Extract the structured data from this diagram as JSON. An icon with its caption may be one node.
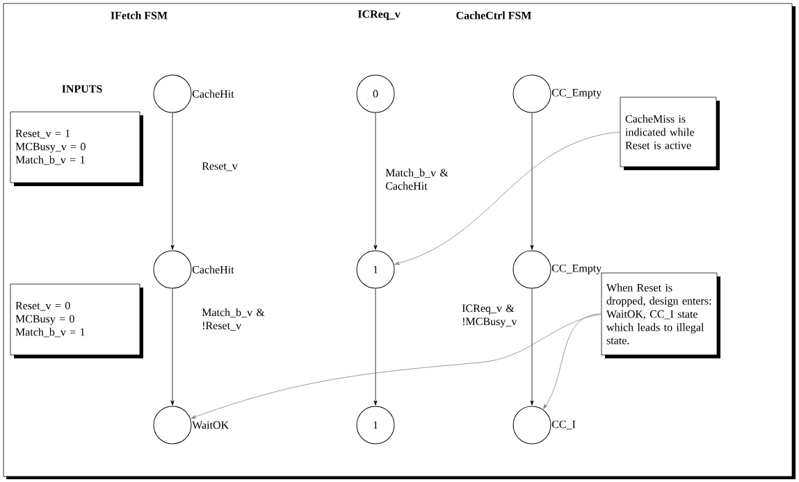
{
  "diagram": {
    "nodes": [
      {
        "text": [],
        "shape": "circle",
        "beside": [
          "CacheHit"
        ]
      },
      {
        "text": [
          "0"
        ]
      },
      {
        "text": [],
        "shape": "circle",
        "beside": [
          "CC_Empty"
        ]
      },
      {
        "text": [
          "CacheMiss is indicated while Reset is active"
        ]
      },
      {
        "text": [
          "Reset_v = 1",
          "MCBusy_v = 0",
          "Match_b_v = 1"
        ]
      },
      {
        "text": [],
        "shape": "circle",
        "beside": [
          "CacheHit"
        ]
      },
      {
        "text": [
          "1"
        ]
      },
      {
        "text": [],
        "shape": "circle",
        "beside": [
          "CC_Empty"
        ]
      },
      {
        "text": [
          "Reset_v = 0",
          "MCBusy = 0",
          "Match_b_v = 1"
        ]
      },
      {
        "text": [
          "When Reset is dropped, design enters: WaitOK, CC_I state which leads to illegal state."
        ]
      },
      {
        "text": [],
        "shape": "circle",
        "beside": [
          "WaitOK"
        ]
      },
      {
        "text": [
          "1"
        ]
      },
      {
        "text": [],
        "shape": "circle",
        "beside": [
          "CC_I"
        ]
      }
    ],
    "edges": [
      {
        "from": 0,
        "to": 5,
        "arrow": "to",
        "label": "Reset_v"
      },
      {
        "from": 1,
        "to": 6,
        "arrow": "to",
        "label": "Match_b_v & CacheHit"
      },
      {
        "from": 2,
        "to": 7,
        "arrow": "to"
      },
      {
        "from": 5,
        "to": 10,
        "arrow": "to",
        "label": "Match_b_v & !Reset_v"
      },
      {
        "from": 6,
        "to": 11,
        "arrow": "to"
      },
      {
        "from": 7,
        "to": 12,
        "arrow": "to",
        "label": "ICReq_v & !MCBusy_v"
      },
      {
        "from": 3,
        "to": 6,
        "arrow": "to",
        "color": "#808080"
      },
      {
        "from": 9,
        "to": 10,
        "arrow": "to",
        "color": "#808080"
      },
      {
        "from": 9,
        "to": 12,
        "arrow": "to",
        "color": "#808080"
      }
    ],
    "labels": [
      "IFetch FSM",
      "ICReq_v",
      "CacheCtrl FSM",
      "INPUTS"
    ]
  }
}
